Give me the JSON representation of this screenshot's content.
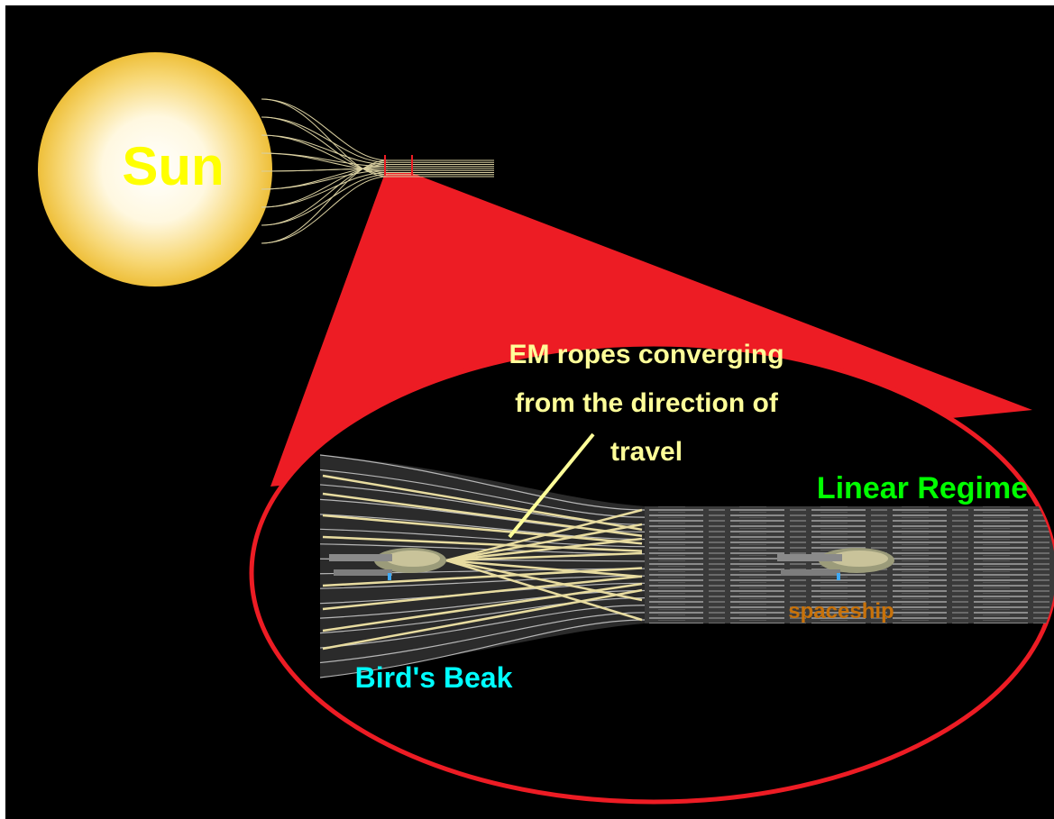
{
  "labels": {
    "sun": "Sun",
    "em_ropes_line1": "EM ropes converging",
    "em_ropes_line2": "from the direction of",
    "em_ropes_line3": "travel",
    "linear_regime": "Linear Regime",
    "spaceship": "spaceship",
    "birds_beak": "Bird's Beak"
  },
  "colors": {
    "background": "#000000",
    "sun_core": "#ffffff",
    "sun_edge": "#f2c94a",
    "sun_label": "#ffff00",
    "zoom_cone": "#ed1c24",
    "rope_lines": "#e8dca0",
    "em_label": "#ffff99",
    "linear_regime_label": "#00ff00",
    "spaceship_label": "#c8720a",
    "birds_beak_label": "#00ffff"
  }
}
